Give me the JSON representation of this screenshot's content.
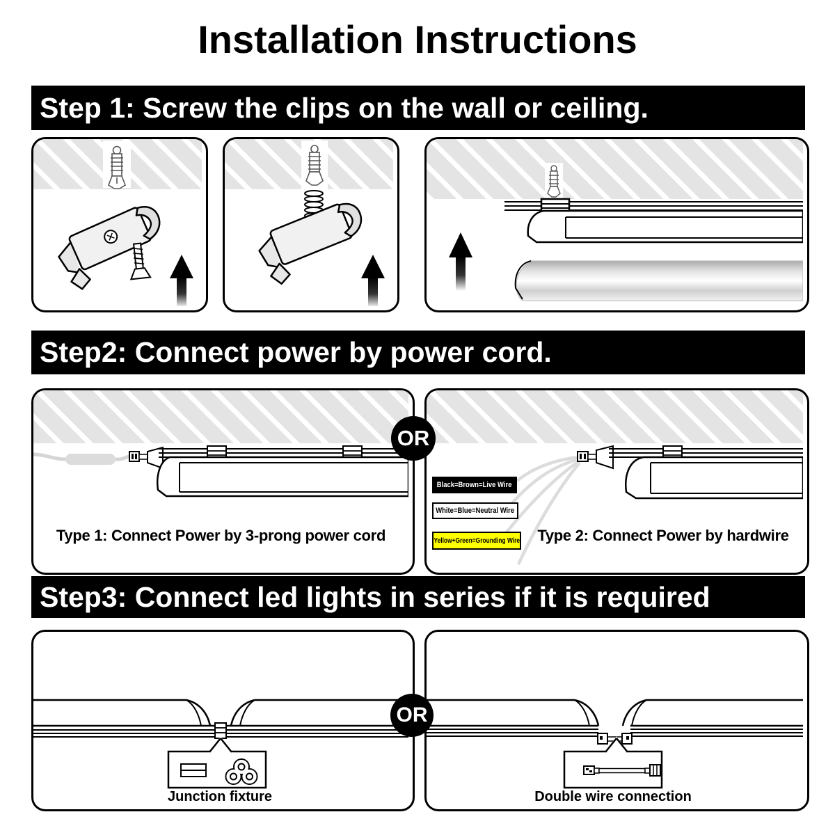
{
  "title": "Installation Instructions",
  "steps": [
    {
      "label": "Step 1: Screw the clips on the wall or ceiling."
    },
    {
      "label": "Step2: Connect power by power cord."
    },
    {
      "label": "Step3: Connect led lights in series if it is required"
    }
  ],
  "step2": {
    "or_label": "OR",
    "type1_caption": "Type 1: Connect Power by 3-prong power cord",
    "type2_caption": "Type 2: Connect Power by hardwire",
    "wire_labels": [
      {
        "text": "Black=Brown=Live Wire",
        "bg": "#000000",
        "fg": "#ffffff"
      },
      {
        "text": "White=Blue=Neutral Wire",
        "bg": "#ffffff",
        "fg": "#000000"
      },
      {
        "text": "Yellow+Green=Grounding Wire",
        "bg": "#ffff00",
        "fg": "#000000"
      }
    ]
  },
  "step3": {
    "or_label": "OR",
    "junction_label": "Junction fixture",
    "double_wire_label": "Double wire connection"
  },
  "colors": {
    "header_bg": "#000000",
    "header_fg": "#ffffff",
    "grounding_yellow": "#ffff00",
    "hatch_gray": "#e4e4e4",
    "line_black": "#000000"
  }
}
